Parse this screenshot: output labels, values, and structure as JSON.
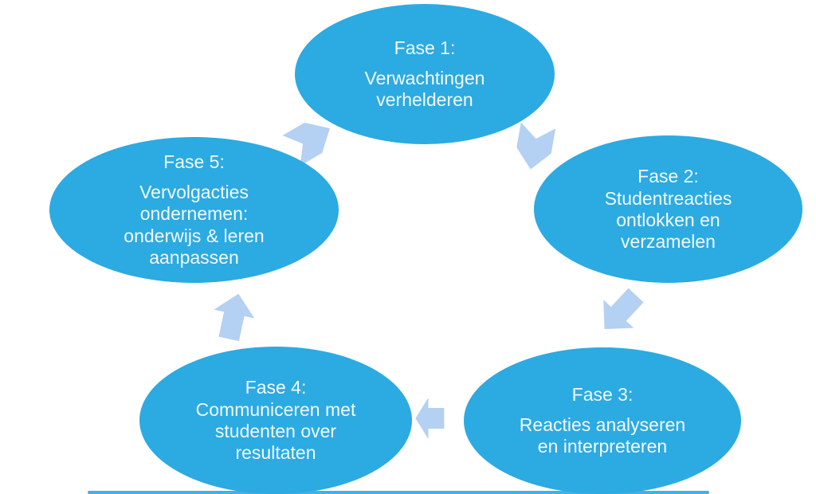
{
  "diagram": {
    "type": "cycle",
    "language": "nl",
    "colors": {
      "ellipse": "#2CAAE2",
      "arrow": "#B4D0F2",
      "text": "#F2FAFE",
      "background": "#FFFFFF"
    },
    "phases": [
      {
        "id": "fase1",
        "title": "Fase 1:",
        "body": "Verwachtingen\nverhelderen"
      },
      {
        "id": "fase2",
        "title": "Fase 2:",
        "body": "Studentreacties\nontlokken en\nverzamelen"
      },
      {
        "id": "fase3",
        "title": "Fase 3:",
        "body": "Reacties analyseren\nen interpreteren"
      },
      {
        "id": "fase4",
        "title": "Fase 4:",
        "body": "Communiceren met\nstudenten over\nresultaten"
      },
      {
        "id": "fase5",
        "title": "Fase 5:",
        "body": "Vervolgacties\nondernemen:\nonderwijs & leren\naanpassen"
      }
    ],
    "arrows": [
      {
        "id": "arrow-fase5-to-fase1",
        "from": "fase5",
        "to": "fase1"
      },
      {
        "id": "arrow-fase1-to-fase2",
        "from": "fase1",
        "to": "fase2"
      },
      {
        "id": "arrow-fase2-to-fase3",
        "from": "fase2",
        "to": "fase3"
      },
      {
        "id": "arrow-fase3-to-fase4",
        "from": "fase3",
        "to": "fase4"
      },
      {
        "id": "arrow-fase4-to-fase5",
        "from": "fase4",
        "to": "fase5"
      }
    ]
  }
}
